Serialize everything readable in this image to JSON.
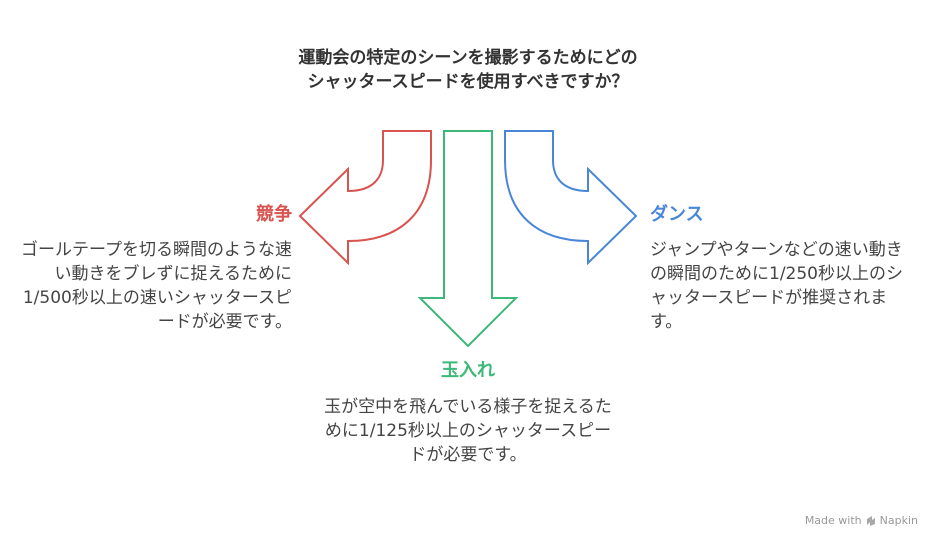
{
  "question": "運動会の特定のシーンを撮影するためにどのシャッタースピードを使用すべきですか？",
  "branches": {
    "left": {
      "title": "競争",
      "description": "ゴールテープを切る瞬間のような速い動きをブレずに捉えるために1/500秒以上の速いシャッタースピードが必要です。",
      "color": "#d9534f"
    },
    "center": {
      "title": "玉入れ",
      "description": "玉が空中を飛んでいる様子を捉えるために1/125秒以上のシャッタースピードが必要です。",
      "color": "#3cb878"
    },
    "right": {
      "title": "ダンス",
      "description": "ジャンプやターンなどの速い動きの瞬間のために1/250秒以上のシャッタースピードが推奨されます。",
      "color": "#4a86d8"
    }
  },
  "footer": {
    "text": "Made with",
    "brand": "Napkin"
  },
  "icons": {
    "footer_logo": "napkin-logo-icon"
  }
}
